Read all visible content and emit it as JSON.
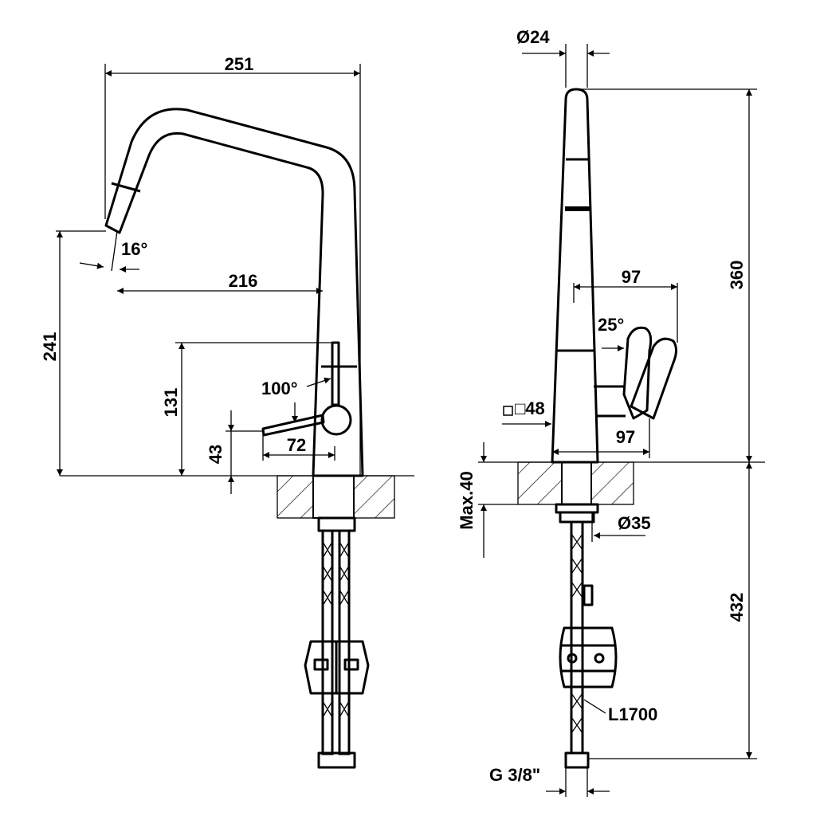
{
  "side_view": {
    "width_total": "251",
    "spout_angle": "16°",
    "spout_reach": "216",
    "spout_height": "241",
    "handle_height": "131",
    "handle_rotation": "100°",
    "lever_height": "43",
    "lever_reach": "72"
  },
  "front_view": {
    "spout_diameter": "Ø24",
    "total_height": "360",
    "handle_reach_top": "97",
    "handle_angle": "25°",
    "base_size": "□48",
    "handle_reach_bottom": "97",
    "max_counter_thickness": "Max.40",
    "hole_diameter": "Ø35",
    "under_height": "432",
    "hose_length": "L1700",
    "thread": "G 3/8\""
  }
}
